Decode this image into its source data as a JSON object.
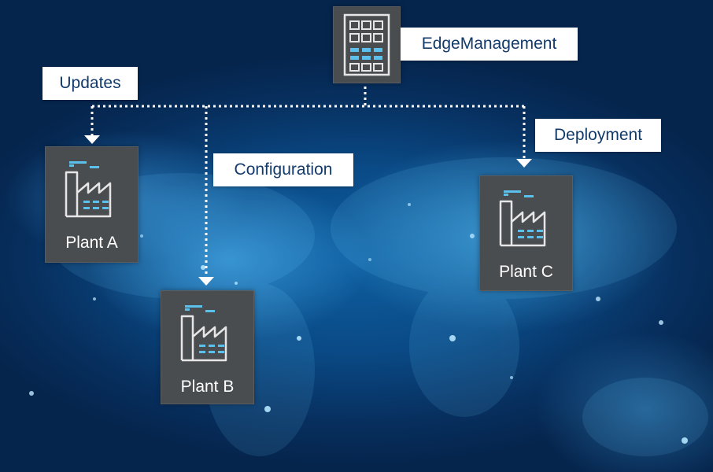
{
  "hub": {
    "label": "EdgeManagement",
    "icon": "server-grid-icon"
  },
  "actions": {
    "updates": "Updates",
    "configuration": "Configuration",
    "deployment": "Deployment"
  },
  "plants": [
    {
      "label": "Plant A",
      "icon": "factory-icon"
    },
    {
      "label": "Plant B",
      "icon": "factory-icon"
    },
    {
      "label": "Plant C",
      "icon": "factory-icon"
    }
  ],
  "colors": {
    "tile": "#4a4d50",
    "accent": "#5bc0eb",
    "callout_text": "#123a6b",
    "connector": "#ffffff"
  }
}
